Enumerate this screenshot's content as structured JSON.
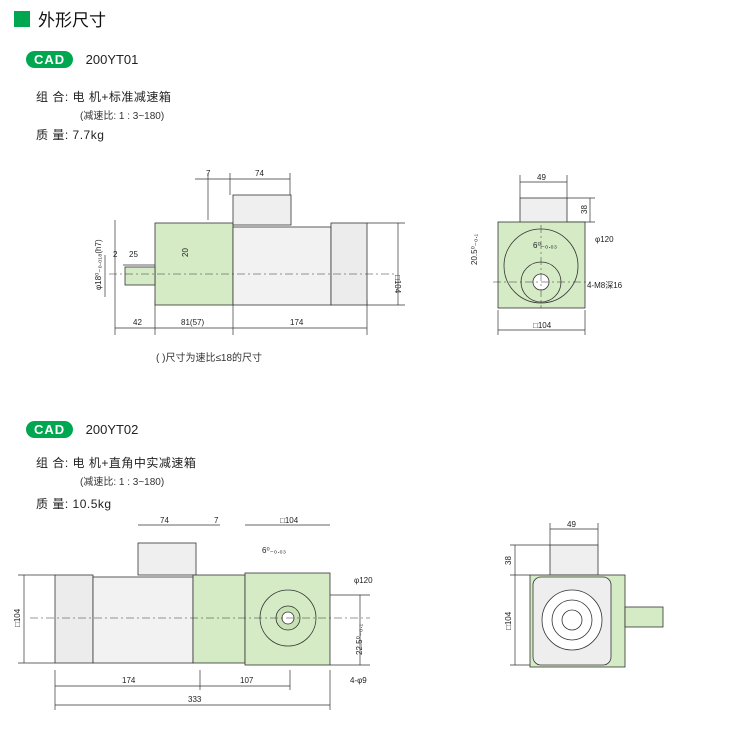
{
  "section": {
    "title": "外形尺寸"
  },
  "cad_badge": "CAD",
  "model1": {
    "name": "200YT01",
    "combo_label": "组 合:",
    "combo_value": "电 机+标准减速箱",
    "ratio_note": "(减速比: 1 : 3~180)",
    "weight_label": "质 量:",
    "weight_value": "7.7kg",
    "note": "( )尺寸为速比≤18的尺寸",
    "dims": {
      "top7": "7",
      "top74": "74",
      "d20": "20",
      "d2": "2",
      "d25": "25",
      "shaft": "φ18⁰₋₀.₀₁₈(h7)",
      "sq104": "□104",
      "b42": "42",
      "b81": "81(57)",
      "b174": "174",
      "side49": "49",
      "side38": "38",
      "key6": "6⁰₋₀.₀₃",
      "h20_5": "20.5⁰₋₀.₁",
      "dia120": "φ120",
      "tap": "4-M8深16",
      "side104": "□104"
    }
  },
  "model2": {
    "name": "200YT02",
    "combo_label": "组 合:",
    "combo_value": "电 机+直角中实减速箱",
    "ratio_note": "(减速比: 1 : 3~180)",
    "weight_label": "质 量:",
    "weight_value": "10.5kg",
    "dims": {
      "top74": "74",
      "top7": "7",
      "top104": "□104",
      "key6": "6⁰₋₀.₀₃",
      "dia120": "φ120",
      "h22_5": "22.5⁰₋₀.₁",
      "holes": "4-φ9",
      "left104": "□104",
      "b174": "174",
      "b107": "107",
      "b333": "333",
      "side49": "49",
      "side38": "38",
      "side104": "□104"
    }
  }
}
